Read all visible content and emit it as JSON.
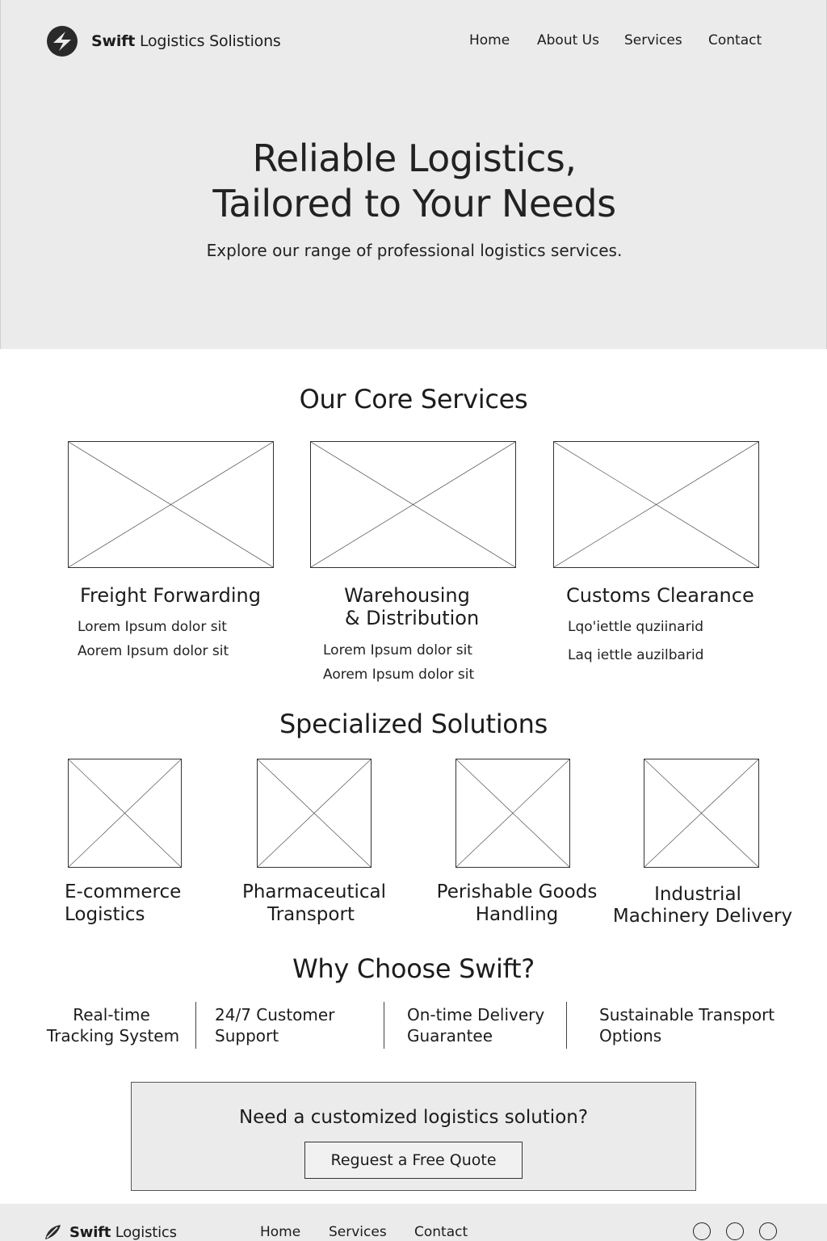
{
  "header": {
    "brand_bold": "Swift",
    "brand_rest": "Logistics Solistions",
    "logo_icon": "swift-logo-icon",
    "nav": [
      {
        "label": "Home"
      },
      {
        "label": "About Us"
      },
      {
        "label": "Services"
      },
      {
        "label": "Contact"
      }
    ]
  },
  "hero": {
    "title_line1": "Reliable Logistics,",
    "title_line2": "Tailored to Your Needs",
    "subtitle": "Explore our range of professional logistics services."
  },
  "core_services": {
    "title": "Our Core Services",
    "cards": [
      {
        "title_line1": "Freight Forwarding",
        "title_line2": "",
        "lines": [
          "Lorem Ipsum dolor sit",
          "Aorem Ipsum dolor sit"
        ]
      },
      {
        "title_line1": "Warehousing",
        "title_line2": "& Distribution",
        "lines": [
          "Lorem Ipsum dolor sit",
          "Aorem Ipsum dolor sit"
        ]
      },
      {
        "title_line1": "Customs Clearance",
        "title_line2": "",
        "lines": [
          "Lqo'iettle quziinarid",
          "Laq iettle auzilbarid"
        ]
      }
    ]
  },
  "specialized": {
    "title": "Specialized Solutions",
    "items": [
      {
        "line1": "E-commerce",
        "line2": "Logistics"
      },
      {
        "line1": "Pharmaceutical",
        "line2": "Transport"
      },
      {
        "line1": "Perishable Goods",
        "line2": "Handling"
      },
      {
        "line1": "Industrial",
        "line2": "Machinery Delivery"
      }
    ]
  },
  "why": {
    "title": "Why Choose Swift?",
    "items": [
      {
        "line1": "Real-time",
        "line2": "Tracking System"
      },
      {
        "line1": "24/7 Customer",
        "line2": "Support"
      },
      {
        "line1": "On-time Delivery",
        "line2": "Guarantee"
      },
      {
        "line1": "Sustainable Transport",
        "line2": "Options"
      }
    ]
  },
  "cta": {
    "text": "Need a customized logistics solution?",
    "button_label": "Reguest a Free Quote"
  },
  "footer": {
    "brand_bold": "Swift",
    "brand_rest": "Logistics",
    "nav": [
      {
        "label": "Home"
      },
      {
        "label": "Services"
      },
      {
        "label": "Contact"
      }
    ],
    "social_icons": [
      "social-icon-1",
      "social-icon-2",
      "social-icon-3"
    ]
  },
  "colors": {
    "band_gray": "#ebebeb",
    "text": "#1c1c1c",
    "border": "#333333"
  }
}
